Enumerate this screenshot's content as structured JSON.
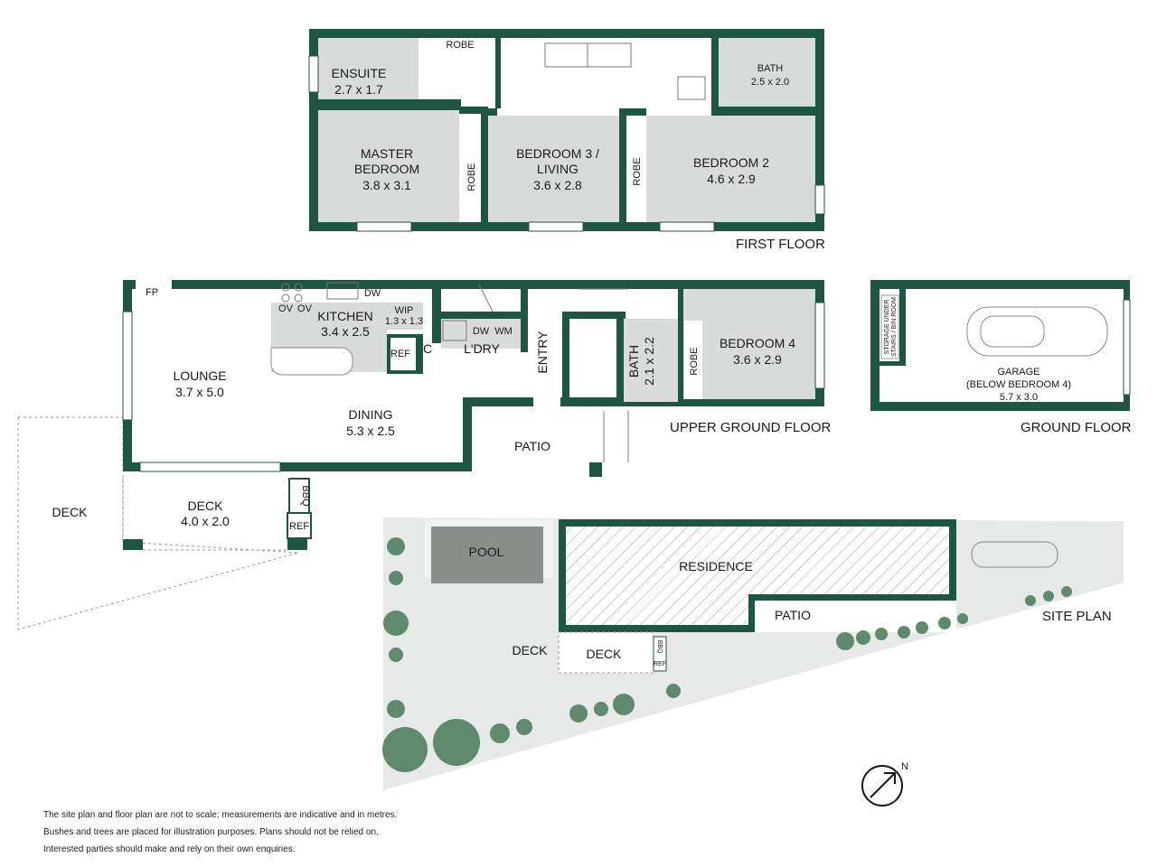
{
  "colors": {
    "wall": "#1f5641",
    "room": "#d8dbd9",
    "garden": "#e3e7e4",
    "tree": "#5f8a6e",
    "pool": "#8a8f8c"
  },
  "first_floor": {
    "title": "FIRST FLOOR",
    "ensuite": {
      "name": "ENSUITE",
      "size": "2.7 x 1.7"
    },
    "robe_top": "ROBE",
    "bath": {
      "name": "BATH",
      "size": "2.5 x 2.0"
    },
    "master": {
      "name1": "MASTER",
      "name2": "BEDROOM",
      "size": "3.8 x 3.1"
    },
    "robe_master": "ROBE",
    "bedroom3": {
      "name1": "BEDROOM 3 /",
      "name2": "LIVING",
      "size": "3.6 x 2.8"
    },
    "robe_bed2": "ROBE",
    "bedroom2": {
      "name": "BEDROOM 2",
      "size": "4.6 x 2.9"
    }
  },
  "upper_ground": {
    "title": "UPPER GROUND FLOOR",
    "fp": "FP",
    "ov1": "OV",
    "ov2": "OV",
    "dw": "DW",
    "kitchen": {
      "name": "KITCHEN",
      "size": "3.4 x 2.5"
    },
    "wip": {
      "name": "WIP",
      "size": "1.3 x 1.3"
    },
    "ref": "REF",
    "c": "C",
    "laundry": {
      "name": "L'DRY",
      "dw": "DW",
      "wm": "WM"
    },
    "entry": "ENTRY",
    "lounge": {
      "name": "LOUNGE",
      "size": "3.7 x 5.0"
    },
    "dining": {
      "name": "DINING",
      "size": "5.3 x 2.5"
    },
    "patio": "PATIO",
    "bath": {
      "name": "BATH",
      "size": "2.1 x 2.2"
    },
    "robe": "ROBE",
    "bedroom4": {
      "name": "BEDROOM 4",
      "size": "3.6 x 2.9"
    },
    "deck_side": "DECK",
    "deck": {
      "name": "DECK",
      "size": "4.0 x 2.0"
    },
    "bbq": "BBQ",
    "ref2": "REF"
  },
  "ground": {
    "title": "GROUND FLOOR",
    "storage1": "STORAGE UNDER",
    "storage2": "STAIRS / BIN ROOM",
    "garage": {
      "name": "GARAGE",
      "note": "(BELOW BEDROOM 4)",
      "size": "5.7 x 3.0"
    }
  },
  "site": {
    "title": "SITE PLAN",
    "pool": "POOL",
    "residence": "RESIDENCE",
    "patio": "PATIO",
    "deck1": "DECK",
    "deck2": "DECK",
    "bbq": "BBQ",
    "ref": "REF",
    "north": "N"
  },
  "notes": [
    "The site plan and floor plan are not to scale; measurements are indicative and in metres.",
    "Bushes and trees are placed for illustration purposes. Plans should not be relied on.",
    "Interested parties should make and rely on their own enquiries."
  ]
}
